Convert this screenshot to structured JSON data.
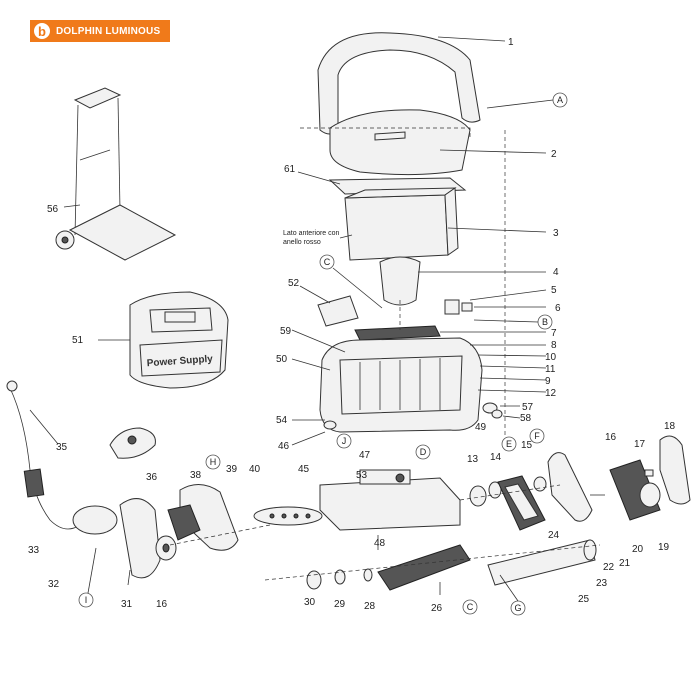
{
  "brand": {
    "logo_letter": "b",
    "name": "DOLPHIN LUMINOUS"
  },
  "note": {
    "line1": "Lato anteriore con",
    "line2": "anello rosso"
  },
  "panel_text": "Power Supply",
  "callouts": {
    "n1": "1",
    "n2": "2",
    "n3": "3",
    "n4": "4",
    "n5": "5",
    "n6": "6",
    "n7": "7",
    "n8": "8",
    "n9": "9",
    "n10": "10",
    "n11": "11",
    "n12": "12",
    "n13": "13",
    "n14": "14",
    "n15": "15",
    "n16a": "16",
    "n16b": "16",
    "n17": "17",
    "n18": "18",
    "n19": "19",
    "n20": "20",
    "n21": "21",
    "n22": "22",
    "n23": "23",
    "n24": "24",
    "n25": "25",
    "n26": "26",
    "n28": "28",
    "n29": "29",
    "n30": "30",
    "n31": "31",
    "n32": "32",
    "n33": "33",
    "n35": "35",
    "n36": "36",
    "n38": "38",
    "n39": "39",
    "n40": "40",
    "n45": "45",
    "n46": "46",
    "n47": "47",
    "n48": "48",
    "n49": "49",
    "n50": "50",
    "n51": "51",
    "n52": "52",
    "n53": "53",
    "n54": "54",
    "n56": "56",
    "n57": "57",
    "n58": "58",
    "n59": "59",
    "n61": "61"
  },
  "letters": {
    "A": "A",
    "B": "B",
    "C1": "C",
    "C2": "C",
    "D": "D",
    "E": "E",
    "F": "F",
    "G": "G",
    "H": "H",
    "I": "I",
    "J": "J"
  }
}
